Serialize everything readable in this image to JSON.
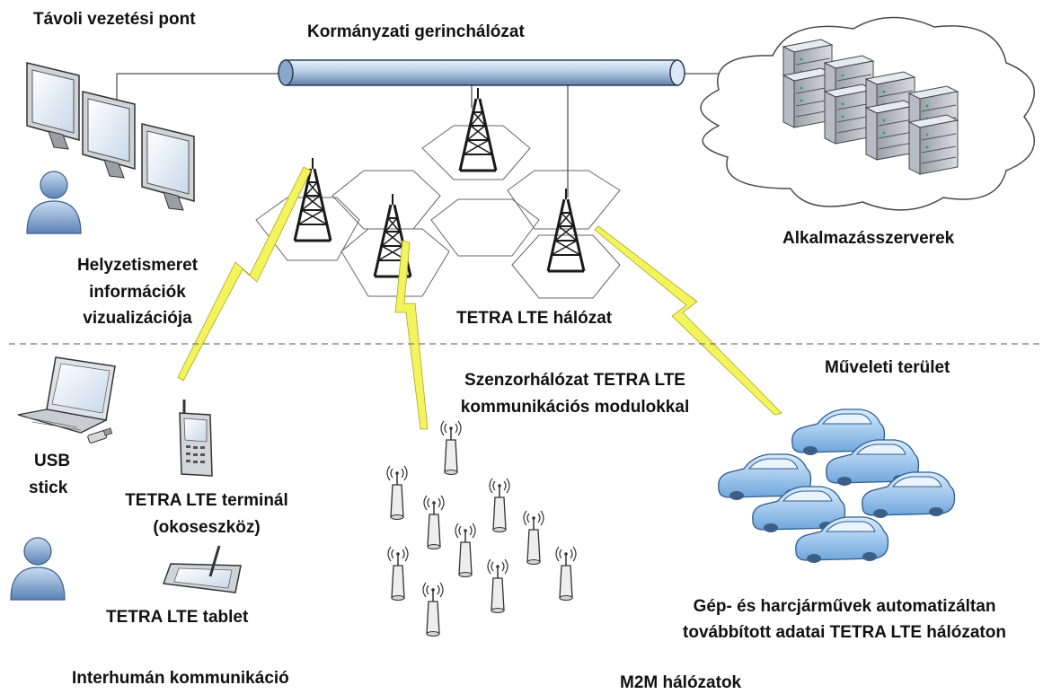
{
  "labels": {
    "remote_control_point": "Távoli vezetési pont",
    "government_backbone": "Kormányzati gerinchálózat",
    "application_servers": "Alkalmazásszerverek",
    "situational_awareness_1": "Helyzetismeret",
    "situational_awareness_2": "információk",
    "situational_awareness_3": "vizualizációja",
    "tetra_lte_network": "TETRA LTE hálózat",
    "operational_area": "Műveleti terület",
    "sensor_network_1": "Szenzorhálózat TETRA LTE",
    "sensor_network_2": "kommunikációs modulokkal",
    "usb_stick_1": "USB",
    "usb_stick_2": "stick",
    "tetra_terminal_1": "TETRA LTE terminál",
    "tetra_terminal_2": "(okoseszköz)",
    "tetra_tablet": "TETRA LTE tablet",
    "vehicles_1": "Gép- és harcjárművek automatizáltan",
    "vehicles_2": "továbbított adatai TETRA LTE hálózaton",
    "interhuman_comm": "Interhumán kommunikáció",
    "m2m_networks": "M2M hálózatok"
  },
  "icons": [
    "monitor-icon",
    "user-icon",
    "laptop-icon",
    "usb-stick-icon",
    "phone-icon",
    "tablet-icon",
    "radio-tower-icon",
    "server-icon",
    "cloud-icon",
    "car-icon",
    "sensor-icon",
    "lightning-link-icon",
    "backbone-pipe-icon"
  ],
  "colors": {
    "pipe": "#b9cfe8",
    "cell_stroke": "#666666",
    "lightning": "#f2f25a",
    "car": "#9cc7f0",
    "divider": "#777777"
  }
}
